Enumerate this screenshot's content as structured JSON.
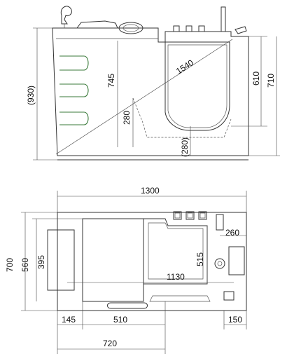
{
  "side_view": {
    "dims": {
      "overall_height": "(930)",
      "inner_height": "745",
      "seat_height": "280",
      "diagonal": "1540",
      "door_height": "610",
      "door_top_height": "710",
      "door_step": "(280)"
    }
  },
  "top_view": {
    "dims": {
      "total_length": "1300",
      "width": "700",
      "width_inner": "560",
      "seat_depth": "395",
      "door_depth": "515",
      "drain_offset": "260",
      "inner_length": "1130",
      "left_margin": "145",
      "seat_length": "510",
      "right_margin": "150",
      "front_length": "720"
    }
  },
  "colors": {
    "outline": "#333333",
    "handle_green": "#3a7a3a",
    "text": "#111111"
  }
}
